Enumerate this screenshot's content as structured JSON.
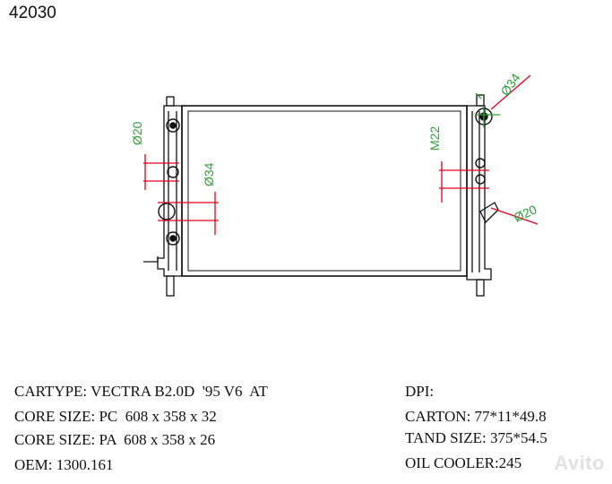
{
  "part_number": "42030",
  "dimensions": {
    "inlet_diameter": "Ø34",
    "left_port_diameter": "Ø20",
    "left_outlet_diameter": "Ø34",
    "thread": "M22",
    "right_port_diameter": "Ø20"
  },
  "specs_left": [
    "CARTYPE: VECTRA B2.0D  '95 V6  AT",
    "CORE SIZE: PC  608 x 358 x 32",
    "CORE SIZE: PA  608 x 358 x 26",
    "OEM: 1300.161"
  ],
  "specs_right": [
    "DPI:",
    "CARTON: 77*11*49.8",
    "TAND SIZE: 375*54.5",
    "OIL COOLER:245"
  ],
  "watermark": "Avito",
  "colors": {
    "dimension_text": "#2e9e3a",
    "dimension_lines": "#e0001b",
    "outline": "#111111"
  }
}
